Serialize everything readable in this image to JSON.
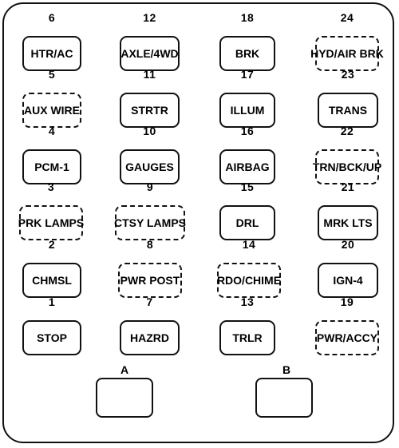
{
  "fuses": [
    {
      "num": "6",
      "label": "HTR/AC",
      "dashed": false
    },
    {
      "num": "12",
      "label": "AXLE/4WD",
      "dashed": false
    },
    {
      "num": "18",
      "label": "BRK",
      "dashed": false
    },
    {
      "num": "24",
      "label": "HYD/AIR BRK",
      "dashed": true
    },
    {
      "num": "5",
      "label": "AUX WIRE",
      "dashed": true
    },
    {
      "num": "11",
      "label": "STRTR",
      "dashed": false
    },
    {
      "num": "17",
      "label": "ILLUM",
      "dashed": false
    },
    {
      "num": "23",
      "label": "TRANS",
      "dashed": false
    },
    {
      "num": "4",
      "label": "PCM-1",
      "dashed": false
    },
    {
      "num": "10",
      "label": "GAUGES",
      "dashed": false
    },
    {
      "num": "16",
      "label": "AIRBAG",
      "dashed": false
    },
    {
      "num": "22",
      "label": "TRN/BCK/UP",
      "dashed": true
    },
    {
      "num": "3",
      "label": "PRK LAMPS",
      "dashed": true
    },
    {
      "num": "9",
      "label": "CTSY LAMPS",
      "dashed": true
    },
    {
      "num": "15",
      "label": "DRL",
      "dashed": false
    },
    {
      "num": "21",
      "label": "MRK LTS",
      "dashed": false
    },
    {
      "num": "2",
      "label": "CHMSL",
      "dashed": false
    },
    {
      "num": "8",
      "label": "PWR POST",
      "dashed": true
    },
    {
      "num": "14",
      "label": "RDO/CHIME",
      "dashed": true
    },
    {
      "num": "20",
      "label": "IGN-4",
      "dashed": false
    },
    {
      "num": "1",
      "label": "STOP",
      "dashed": false
    },
    {
      "num": "7",
      "label": "HAZRD",
      "dashed": false
    },
    {
      "num": "13",
      "label": "TRLR",
      "dashed": false
    },
    {
      "num": "19",
      "label": "PWR/ACCY",
      "dashed": true
    }
  ],
  "relays": [
    {
      "label": "A"
    },
    {
      "label": "B"
    }
  ]
}
